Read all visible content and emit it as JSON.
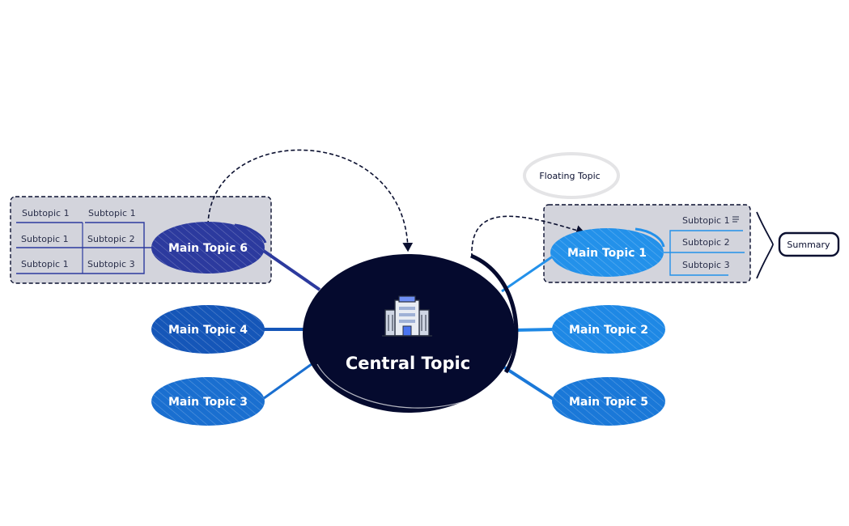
{
  "central_topic": {
    "label": "Central Topic",
    "icon": "office-building-icon"
  },
  "main_topics": [
    {
      "key": "main-topic-1",
      "label": "Main Topic 1",
      "color": "#2391ea",
      "subtopics": [
        "Subtopic 1",
        "Subtopic 2",
        "Subtopic 3"
      ]
    },
    {
      "key": "main-topic-2",
      "label": "Main Topic 2",
      "color": "#1e88e5"
    },
    {
      "key": "main-topic-3",
      "label": "Main Topic 3",
      "color": "#1a6fd0"
    },
    {
      "key": "main-topic-4",
      "label": "Main Topic 4",
      "color": "#1556b8"
    },
    {
      "key": "main-topic-5",
      "label": "Main Topic 5",
      "color": "#1a78d8"
    },
    {
      "key": "main-topic-6",
      "label": "Main Topic 6",
      "color": "#2c3a9e",
      "subtopics": [
        [
          "Subtopic 1",
          "Subtopic 1"
        ],
        [
          "Subtopic 1",
          "Subtopic 2"
        ],
        [
          "Subtopic 1",
          "Subtopic 3"
        ]
      ]
    }
  ],
  "floating_topic": {
    "label": "Floating Topic"
  },
  "summary": {
    "label": "Summary"
  },
  "subtopic_1_note_icon": "notes-icon",
  "colors": {
    "central_fill": "#050a2e",
    "boundary_fill": "#d3d4dc",
    "relationship": "#0b1030"
  }
}
